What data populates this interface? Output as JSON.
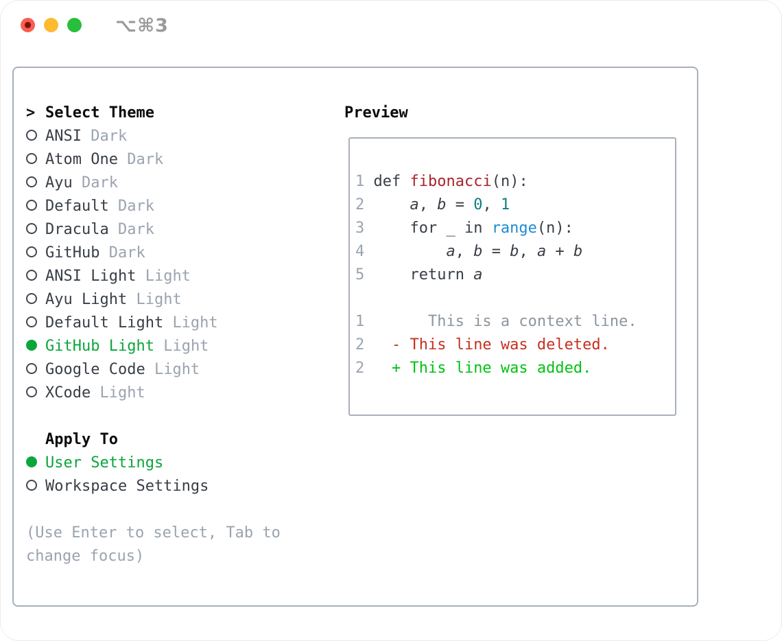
{
  "window": {
    "title": "⌥⌘3",
    "traffic_lights": [
      "close",
      "minimize",
      "zoom"
    ]
  },
  "colors": {
    "accent_green": "#0aa63c",
    "added_green": "#00c213",
    "deleted_red": "#c4301f",
    "function_red": "#a8232a",
    "number_teal": "#0e7d80",
    "builtin_blue": "#1f8ad2",
    "muted_gray": "#9aa3af",
    "text_dark": "#383e45",
    "panel_border": "#a8b0ba",
    "traffic_red": "#f95e52",
    "traffic_yellow": "#fdbb2d",
    "traffic_green": "#27bf3d"
  },
  "theme_picker": {
    "prompt": ">",
    "heading": "Select Theme",
    "themes": [
      {
        "name": "ANSI",
        "variant": "Dark",
        "selected": false
      },
      {
        "name": "Atom One",
        "variant": "Dark",
        "selected": false
      },
      {
        "name": "Ayu",
        "variant": "Dark",
        "selected": false
      },
      {
        "name": "Default",
        "variant": "Dark",
        "selected": false
      },
      {
        "name": "Dracula",
        "variant": "Dark",
        "selected": false
      },
      {
        "name": "GitHub",
        "variant": "Dark",
        "selected": false
      },
      {
        "name": "ANSI Light",
        "variant": "Light",
        "selected": false
      },
      {
        "name": "Ayu Light",
        "variant": "Light",
        "selected": false
      },
      {
        "name": "Default Light",
        "variant": "Light",
        "selected": false
      },
      {
        "name": "GitHub Light",
        "variant": "Light",
        "selected": true
      },
      {
        "name": "Google Code",
        "variant": "Light",
        "selected": false
      },
      {
        "name": "XCode",
        "variant": "Light",
        "selected": false
      }
    ],
    "apply_heading": "Apply To",
    "apply_options": [
      {
        "label": "User Settings",
        "selected": true
      },
      {
        "label": "Workspace Settings",
        "selected": false
      }
    ],
    "help_lines": [
      "(Use Enter to select, Tab to",
      "change focus)"
    ]
  },
  "preview": {
    "heading": "Preview",
    "lines": [
      {
        "num": "1",
        "segs": [
          {
            "t": " def ",
            "c": "d"
          },
          {
            "t": "fibonacci",
            "c": "fn"
          },
          {
            "t": "(n):",
            "c": "d"
          }
        ]
      },
      {
        "num": "2",
        "segs": [
          {
            "t": "     ",
            "c": "d"
          },
          {
            "t": "a",
            "c": "v"
          },
          {
            "t": ", ",
            "c": "d"
          },
          {
            "t": "b",
            "c": "v"
          },
          {
            "t": " = ",
            "c": "d"
          },
          {
            "t": "0",
            "c": "n"
          },
          {
            "t": ", ",
            "c": "d"
          },
          {
            "t": "1",
            "c": "n"
          }
        ]
      },
      {
        "num": "3",
        "segs": [
          {
            "t": "     for _ in ",
            "c": "d"
          },
          {
            "t": "range",
            "c": "b"
          },
          {
            "t": "(n):",
            "c": "d"
          }
        ]
      },
      {
        "num": "4",
        "segs": [
          {
            "t": "         ",
            "c": "d"
          },
          {
            "t": "a",
            "c": "v"
          },
          {
            "t": ", ",
            "c": "d"
          },
          {
            "t": "b",
            "c": "v"
          },
          {
            "t": " = ",
            "c": "d"
          },
          {
            "t": "b",
            "c": "v"
          },
          {
            "t": ", ",
            "c": "d"
          },
          {
            "t": "a",
            "c": "v"
          },
          {
            "t": " + ",
            "c": "d"
          },
          {
            "t": "b",
            "c": "v"
          }
        ]
      },
      {
        "num": "5",
        "segs": [
          {
            "t": "     return ",
            "c": "d"
          },
          {
            "t": "a",
            "c": "v"
          }
        ]
      },
      {
        "num": "",
        "segs": []
      },
      {
        "num": "1",
        "segs": [
          {
            "t": "       This is a context line.",
            "c": "ctx"
          }
        ]
      },
      {
        "num": "2",
        "segs": [
          {
            "t": "   - This line was deleted.",
            "c": "del"
          }
        ]
      },
      {
        "num": "2",
        "segs": [
          {
            "t": "   + This line was added.",
            "c": "add"
          }
        ]
      }
    ]
  }
}
